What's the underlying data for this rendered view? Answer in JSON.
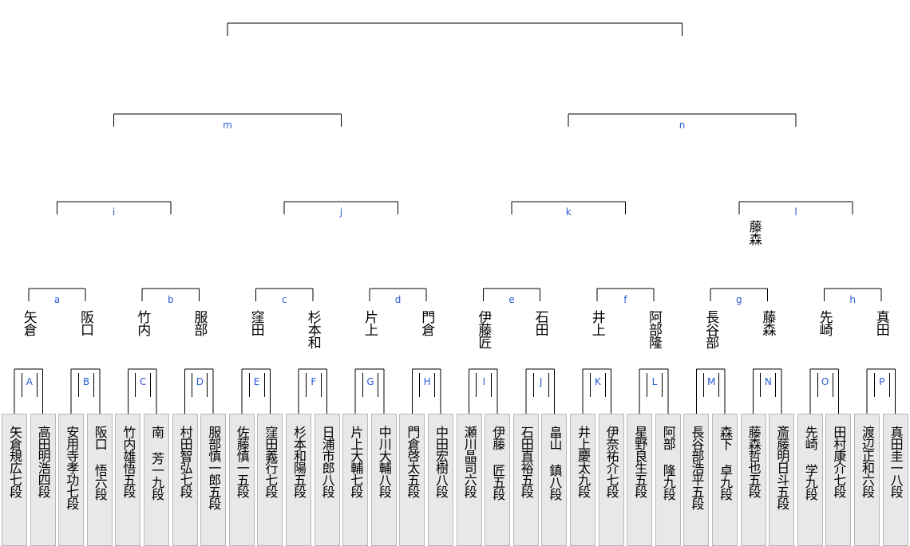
{
  "colors": {
    "label": "#2a5ad6",
    "line": "#000000",
    "cell_bg": "#e8e8e8",
    "cell_border": "#b8b8b8"
  },
  "round3": {
    "labels": [
      "m",
      "n"
    ]
  },
  "round2": {
    "labels": [
      "i",
      "j",
      "k",
      "l"
    ],
    "l_winner_note": "藤森"
  },
  "round1": {
    "matches": [
      {
        "label": "a",
        "left": "矢倉",
        "right": "阪口"
      },
      {
        "label": "b",
        "left": "竹内",
        "right": "服部"
      },
      {
        "label": "c",
        "left": "窪田",
        "right": "杉本和"
      },
      {
        "label": "d",
        "left": "片上",
        "right": "門倉"
      },
      {
        "label": "e",
        "left": "伊藤匠",
        "right": "石田"
      },
      {
        "label": "f",
        "left": "井上",
        "right": "阿部隆"
      },
      {
        "label": "g",
        "left": "長谷部",
        "right": "藤森"
      },
      {
        "label": "h",
        "left": "先崎",
        "right": "真田"
      }
    ]
  },
  "blocks": [
    "A",
    "B",
    "C",
    "D",
    "E",
    "F",
    "G",
    "H",
    "I",
    "J",
    "K",
    "L",
    "M",
    "N",
    "O",
    "P"
  ],
  "players": [
    "矢倉規広七段",
    "高田明浩四段",
    "安用寺孝功七段",
    "阪口 悟六段",
    "竹内雄悟五段",
    "南 芳一九段",
    "村田智弘七段",
    "服部慎一郎五段",
    "佐藤慎一五段",
    "窪田義行七段",
    "杉本和陽五段",
    "日浦市郎八段",
    "片上大輔七段",
    "中川大輔八段",
    "門倉啓太五段",
    "中田宏樹八段",
    "瀬川晶司六段",
    "伊藤 匠五段",
    "石田直裕五段",
    "畠山 鎮八段",
    "井上慶太九段",
    "伊奈祐介七段",
    "星野良生五段",
    "阿部 隆九段",
    "長谷部浩平五段",
    "森下 卓九段",
    "藤森哲也五段",
    "斎藤明日斗五段",
    "先崎 学九段",
    "田村康介七段",
    "渡辺正和六段",
    "真田圭一八段"
  ]
}
